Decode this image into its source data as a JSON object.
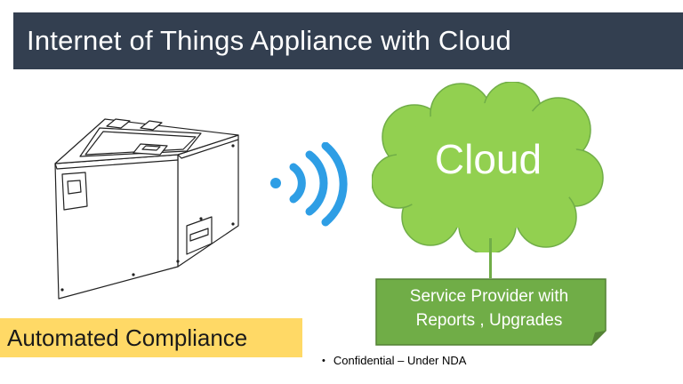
{
  "slide": {
    "title": "Internet of Things Appliance with Cloud",
    "cloud_label": "Cloud",
    "service_provider": {
      "line1": "Service Provider with",
      "line2": "Reports , Upgrades"
    },
    "compliance_label": "Automated Compliance",
    "note": "Confidential – Under NDA",
    "bullet": "•"
  },
  "icons": [
    "appliance-icon",
    "wifi-signal-icon",
    "cloud-icon"
  ],
  "colors": {
    "title_bar": "#333f50",
    "cloud_fill": "#92d050",
    "service_fill": "#70ad47",
    "wifi_blue": "#2e9ee5",
    "compliance_fill": "#ffd966"
  }
}
